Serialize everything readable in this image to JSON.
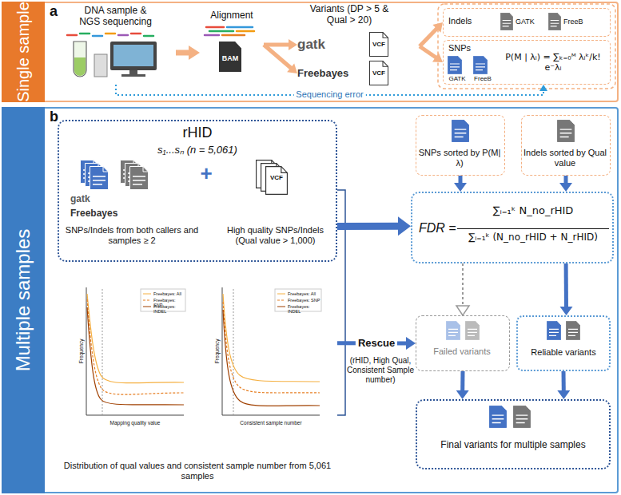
{
  "diagram": {
    "nodes": [
      {
        "text": [
          "a"
        ]
      },
      {
        "text": [
          "Single sample"
        ],
        "in": 0
      },
      {
        "text": [
          "DNA sample & NGS sequencing"
        ],
        "in": 0
      },
      {
        "text": [
          "Alignment",
          "BAM"
        ],
        "in": 0
      },
      {
        "text": [
          "Variants (DP > 5 & Qual > 20)"
        ],
        "in": 0
      },
      {
        "text": [
          "gatk",
          "VCF"
        ],
        "in": 4
      },
      {
        "text": [
          "Freebayes",
          "VCF"
        ],
        "in": 4
      },
      {
        "text": [
          "Indels",
          "GATK",
          "FreeB"
        ],
        "in": 0
      },
      {
        "text": [
          "SNPs",
          "GATK",
          "FreeB",
          "P(M | λᵢ) = ∑ₖ₌₀ᴹ λᵢᵏ/k! e⁻λᵢ"
        ],
        "in": 0
      },
      {
        "text": [
          "b"
        ]
      },
      {
        "text": [
          "Multiple samples"
        ],
        "in": 9
      },
      {
        "text": [
          "rHID",
          "s₁...sₙ (n = 5,061)"
        ],
        "in": 9
      },
      {
        "text": [
          "gatk",
          "Freebayes",
          "SNPs/Indels from both callers and samples ≥ 2"
        ],
        "in": 11
      },
      {
        "text": [
          "VCF",
          "High quality SNPs/Indels (Qual value > 1,000)"
        ],
        "in": 11
      },
      {
        "text": [
          "Distribution of qual values and consistent sample number from 5,061 samples"
        ],
        "in": 9
      },
      {
        "text": [
          "SNPs sorted by P(M| λ)"
        ],
        "in": 9
      },
      {
        "text": [
          "Indels sorted by Qual value"
        ],
        "in": 9
      },
      {
        "text": [
          "FDR =",
          "∑ᵢ₌₁ᵏ N_no_rHID",
          "∑ᵢ₌₁ᵏ (N_no_rHID + N_rHID)"
        ],
        "in": 9
      },
      {
        "text": [
          "Failed variants"
        ],
        "in": 9
      },
      {
        "text": [
          "Reliable variants"
        ],
        "in": 9
      },
      {
        "text": [
          "Final variants for multiple samples"
        ],
        "in": 9
      }
    ],
    "edges": [
      {
        "from": 2,
        "to": 3,
        "arrow": "to"
      },
      {
        "from": 3,
        "to": 5,
        "arrow": "to"
      },
      {
        "from": 3,
        "to": 6,
        "arrow": "to"
      },
      {
        "from": 4,
        "to": 7,
        "arrow": "to"
      },
      {
        "from": 4,
        "to": 8,
        "arrow": "to"
      },
      {
        "from": 2,
        "to": 8,
        "label": "Sequencing error",
        "arrow": "to"
      },
      {
        "from": 11,
        "to": 17,
        "arrow": "to"
      },
      {
        "from": 14,
        "to": 18,
        "label": "Rescue",
        "arrow": "to"
      },
      {
        "from": 15,
        "to": 17,
        "arrow": "to"
      },
      {
        "from": 16,
        "to": 17,
        "arrow": "to"
      },
      {
        "from": 17,
        "to": 18,
        "arrow": "to"
      },
      {
        "from": 17,
        "to": 19,
        "arrow": "to"
      },
      {
        "from": 18,
        "to": 20,
        "arrow": "to"
      },
      {
        "from": 19,
        "to": 20,
        "arrow": "to"
      }
    ],
    "labels": [
      "+",
      "(rHID, High Qual, Consistent Sample number)",
      "Frequency",
      "Mapping quality value",
      "Freebayes: All",
      "Freebayes: SNP",
      "Freebayes: INDEL",
      "Frequency",
      "Consistent sample number",
      "Freebayes: All",
      "Freebayes: SNP",
      "Freebayes: INDEL"
    ]
  }
}
